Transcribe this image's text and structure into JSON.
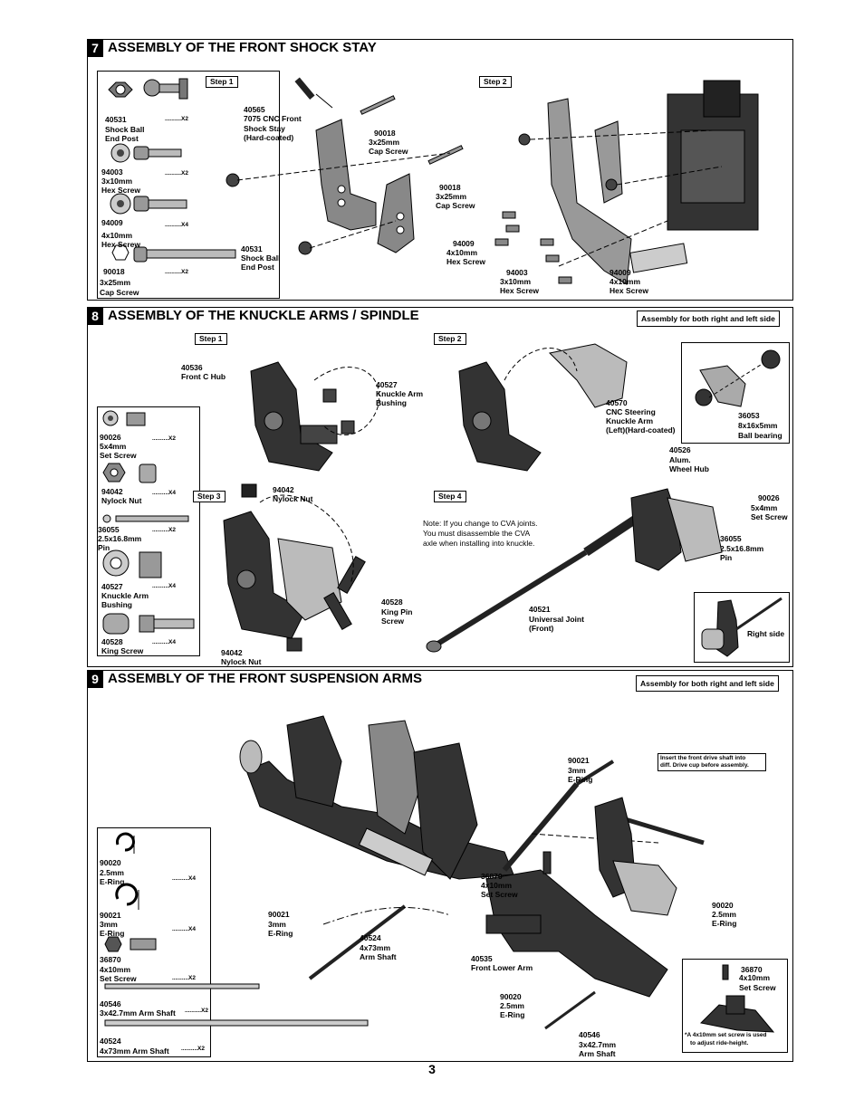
{
  "sections": [
    {
      "num": "7",
      "title": "ASSEMBLY OF THE FRONT SHOCK STAY"
    },
    {
      "num": "8",
      "title": "ASSEMBLY OF THE KNUCKLE ARMS / SPINDLE"
    },
    {
      "num": "9",
      "title": "ASSEMBLY OF THE FRONT SUSPENSION ARMS"
    }
  ],
  "s7": {
    "inventory": [
      {
        "code": "40531",
        "name1": "Shock Ball",
        "name2": "End Post",
        "qty": "..........X2"
      },
      {
        "code": "94003",
        "name1": "3x10mm",
        "name2": "Hex Screw",
        "qty": "..........X2"
      },
      {
        "code": "94009",
        "name1": "4x10mm",
        "name2": "Hex Screw",
        "qty": "..........X4"
      },
      {
        "code": "90018",
        "name1": "3x25mm",
        "name2": "Cap Screw",
        "qty": "..........X2"
      }
    ],
    "step1": "Step 1",
    "step2": "Step 2",
    "labels": {
      "a": [
        "40565",
        "7075 CNC  Front",
        "Shock Stay",
        "(Hard-coated)"
      ],
      "b": [
        "90018",
        "3x25mm",
        "Cap Screw"
      ],
      "c": [
        "90018",
        "3x25mm",
        "Cap Screw"
      ],
      "d": [
        "40531",
        "Shock Ball",
        "End Post"
      ],
      "e": [
        "94009",
        "4x10mm",
        "Hex Screw"
      ],
      "f": [
        "94003",
        "3x10mm",
        "Hex Screw"
      ],
      "g": [
        "94009",
        "4x10mm",
        "Hex Screw"
      ]
    }
  },
  "s8": {
    "sidenote": "Assembly for both right and left side",
    "inventory": [
      {
        "code": "90026",
        "name1": "5x4mm",
        "name2": "Set Screw",
        "qty": "..........X2"
      },
      {
        "code": "94042",
        "name1": "Nylock Nut",
        "name2": "",
        "qty": "..........X4"
      },
      {
        "code": "36055",
        "name1": "2.5x16.8mm",
        "name2": "Pin",
        "qty": "..........X2"
      },
      {
        "code": "40527",
        "name1": "Knuckle Arm",
        "name2": "Bushing",
        "qty": "..........X4"
      },
      {
        "code": "40528",
        "name1": "King Screw",
        "name2": "",
        "qty": "..........X4"
      }
    ],
    "step1": "Step 1",
    "step2": "Step 2",
    "step3": "Step 3",
    "step4": "Step 4",
    "labels": {
      "a": [
        "40536",
        "Front C Hub"
      ],
      "b": [
        "40527",
        "Knuckle Arm",
        "Bushing"
      ],
      "c": [
        "40570",
        "CNC Steering",
        "Knuckle Arm",
        "(Left)(Hard-coated)"
      ],
      "d": [
        "36053",
        "8x16x5mm",
        "Ball bearing"
      ],
      "e": [
        "40526",
        "Alum.",
        "Wheel Hub"
      ],
      "f": [
        "90026",
        "5x4mm",
        "Set Screw"
      ],
      "g": [
        "36055",
        "2.5x16.8mm",
        "Pin"
      ],
      "h": [
        "94042",
        "Nylock Nut"
      ],
      "i": [
        "40528",
        "King Pin",
        "Screw"
      ],
      "j": [
        "94042",
        "Nylock Nut"
      ],
      "k": [
        "40521",
        "Universal Joint",
        "(Front)"
      ]
    },
    "note": [
      "Note: If you change to CVA joints.",
      "You must disassemble the CVA",
      "axle when installing into knuckle."
    ],
    "rightside": "Right side"
  },
  "s9": {
    "sidenote": "Assembly for both right and left side",
    "drivenote": [
      "Insert the front drive shaft into",
      "diff. Drive cup before assembly."
    ],
    "inventory": [
      {
        "code": "90020",
        "name1": "2.5mm",
        "name2": "E-Ring",
        "qty": "..........X4"
      },
      {
        "code": "90021",
        "name1": "3mm",
        "name2": "E-Ring",
        "qty": "..........X4"
      },
      {
        "code": "36870",
        "name1": "4x10mm",
        "name2": "Set Screw",
        "qty": "..........X2"
      },
      {
        "code": "40546",
        "name1": "3x42.7mm Arm Shaft",
        "name2": "",
        "qty": "..........X2"
      },
      {
        "code": "40524",
        "name1": "4x73mm Arm Shaft",
        "name2": "",
        "qty": "..........X2"
      }
    ],
    "labels": {
      "a": [
        "90021",
        "3mm",
        "E-Ring"
      ],
      "b": [
        "36870",
        "4x10mm",
        "Set Screw"
      ],
      "c": [
        "90021",
        "3mm",
        "E-Ring"
      ],
      "d": [
        "40524",
        "4x73mm",
        "Arm Shaft"
      ],
      "e": [
        "40535",
        "Front Lower Arm"
      ],
      "f": [
        "90020",
        "2.5mm",
        "E-Ring"
      ],
      "g": [
        "90020",
        "2.5mm",
        "E-Ring"
      ],
      "h": [
        "40546",
        "3x42.7mm",
        "Arm Shaft"
      ],
      "i": [
        "36870",
        "4x10mm",
        "Set Screw"
      ]
    },
    "rideheight": [
      "*A 4x10mm set screw is used",
      "to adjust ride-height."
    ]
  },
  "page": "3"
}
